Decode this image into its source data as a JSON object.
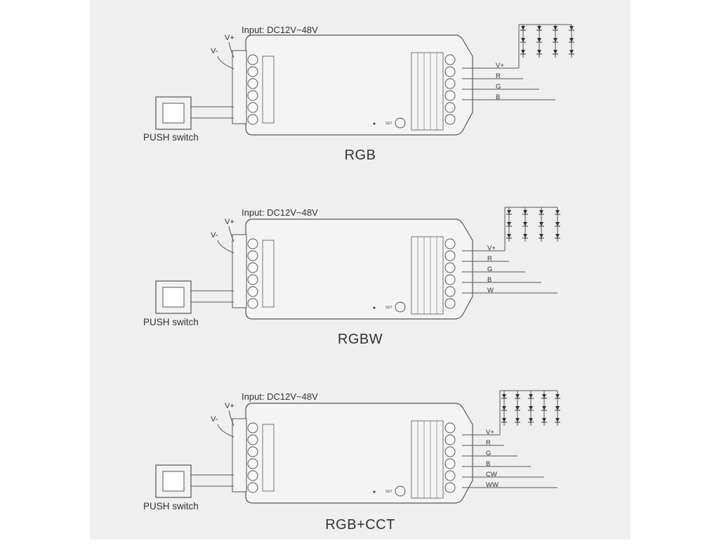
{
  "diagrams": [
    {
      "mode": "RGB",
      "input": "Input: DC12V~48V",
      "vplus": "V+",
      "vminus": "V-",
      "push": "PUSH switch",
      "wires": [
        "V+",
        "R",
        "G",
        "B"
      ],
      "led_columns": 4,
      "set_label": "SET"
    },
    {
      "mode": "RGBW",
      "input": "Input: DC12V~48V",
      "vplus": "V+",
      "vminus": "V-",
      "push": "PUSH switch",
      "wires": [
        "V+",
        "R",
        "G",
        "B",
        "W"
      ],
      "led_columns": 4,
      "set_label": "SET"
    },
    {
      "mode": "RGB+CCT",
      "input": "Input: DC12V~48V",
      "vplus": "V+",
      "vminus": "V-",
      "push": "PUSH switch",
      "wires": [
        "V+",
        "R",
        "G",
        "B",
        "CW",
        "WW"
      ],
      "led_columns": 5,
      "set_label": "SET"
    }
  ],
  "colors": {
    "line": "#555555",
    "panel": "#efefef",
    "text": "#333333"
  }
}
